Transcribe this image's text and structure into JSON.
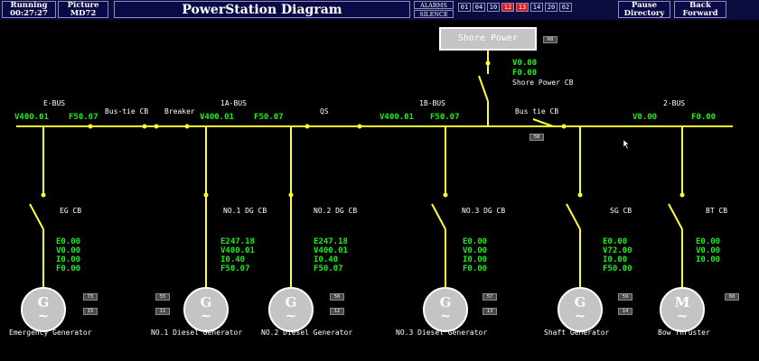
{
  "header": {
    "running_label": "Running",
    "running_time": "00:27:27",
    "picture_label": "Picture",
    "picture_value": "MD72",
    "title": "PowerStation Diagram",
    "alarms_label": "ALARMS",
    "silence_label": "SILENCE",
    "alarm_channels": [
      {
        "label": "01",
        "active": false
      },
      {
        "label": "04",
        "active": false
      },
      {
        "label": "10",
        "active": false
      },
      {
        "label": "12",
        "active": true
      },
      {
        "label": "13",
        "active": true
      },
      {
        "label": "14",
        "active": false
      },
      {
        "label": "20",
        "active": false
      },
      {
        "label": "02",
        "active": false
      }
    ],
    "pause_label": "Pause",
    "directory_label": "Directory",
    "back_label": "Back",
    "forward_label": "Forward"
  },
  "colors": {
    "background": "#000000",
    "bus": "#ffff2e",
    "reading": "#19f019",
    "label": "#ffffff",
    "alarm_active": "#d81818",
    "machine": "#c4c4c4"
  },
  "buses": {
    "e_bus": {
      "name": "E-BUS",
      "voltage": "V400.01",
      "frequency": "F50.07"
    },
    "bus_1a": {
      "name": "1A-BUS",
      "voltage": "V400.01",
      "frequency": "F50.07"
    },
    "bus_1b": {
      "name": "1B-BUS",
      "voltage": "V400.01",
      "frequency": "F50.07"
    },
    "bus_2": {
      "name": "2-BUS",
      "voltage": "V0.00",
      "frequency": "F0.00"
    }
  },
  "labels": {
    "bus_tie_cb_left": "Bus-tie CB",
    "breaker": "Breaker",
    "qs": "QS",
    "bus_tie_cb_right": "Bus tie CB",
    "shore_power_cb": "Shore Power CB"
  },
  "shore": {
    "label": "Shore Power",
    "badge": "60",
    "voltage": "V0.00",
    "frequency": "F0.00"
  },
  "bus_tie_badge": "58",
  "generators": [
    {
      "key": "emergency",
      "name": "Emergency Generator",
      "symbol": "G",
      "cb_label": "EG CB",
      "readings": [
        "E0.00",
        "V0.00",
        "I0.00",
        "F0.00"
      ],
      "badges": [
        "73",
        "15"
      ]
    },
    {
      "key": "dg1",
      "name": "NO.1 Diesel Generator",
      "symbol": "G",
      "cb_label": "NO.1 DG CB",
      "readings": [
        "E247.18",
        "V400.01",
        "I0.40",
        "F50.07"
      ],
      "badges": [
        "55",
        "11"
      ]
    },
    {
      "key": "dg2",
      "name": "NO.2 Diesel Generator",
      "symbol": "G",
      "cb_label": "NO.2 DG CB",
      "readings": [
        "E247.18",
        "V400.01",
        "I0.40",
        "F50.07"
      ],
      "badges": [
        "56",
        "12"
      ]
    },
    {
      "key": "dg3",
      "name": "NO.3 Diesel Generator",
      "symbol": "G",
      "cb_label": "NO.3 DG CB",
      "readings": [
        "E0.00",
        "V0.00",
        "I0.00",
        "F0.00"
      ],
      "badges": [
        "57",
        "13"
      ]
    },
    {
      "key": "shaft",
      "name": "Shaft Generator",
      "symbol": "G",
      "cb_label": "SG CB",
      "readings": [
        "E0.00",
        "V72.00",
        "I0.00",
        "F50.00"
      ],
      "badges": [
        "59",
        "14"
      ]
    },
    {
      "key": "bow",
      "name": "Bow Thruster",
      "symbol": "M",
      "cb_label": "BT CB",
      "readings": [
        "E0.00",
        "V0.00",
        "I0.00"
      ],
      "badges": [
        "60"
      ]
    }
  ],
  "tilde": "~"
}
